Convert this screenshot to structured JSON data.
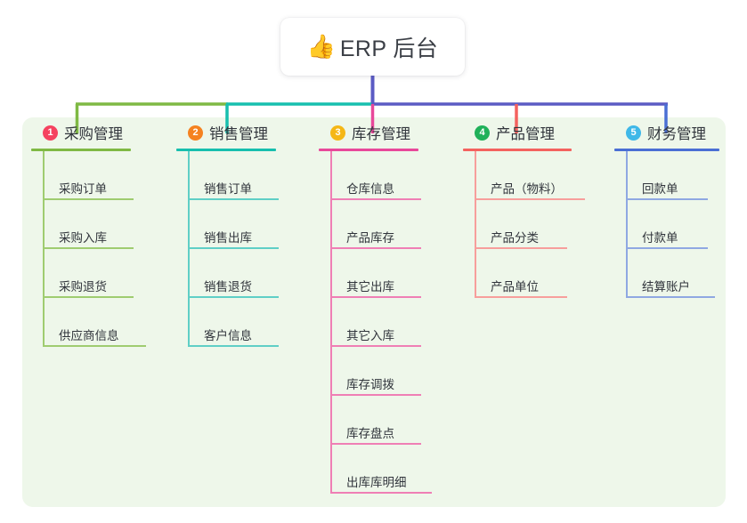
{
  "root": {
    "icon": "thumbs-up-icon",
    "emoji": "👍",
    "title": "ERP 后台"
  },
  "palette": {
    "panel_bg": "#eef7ea",
    "page_bg": "#ffffff",
    "text": "#31353c",
    "trunk": "#5b5bc4",
    "branch_green": "#7fb944",
    "branch_teal": "#17bfae",
    "branch_purple": "#5b5bc4",
    "drop_green": "#7fb944",
    "drop_teal": "#17bfae",
    "drop_pink": "#e8489a",
    "drop_red": "#f4625f",
    "drop_blue": "#4a6fd4"
  },
  "columns": [
    {
      "index": "1",
      "title": "采购管理",
      "badge_color": "#f5425f",
      "line_color": "#7fb944",
      "rule_color": "#7fb944",
      "item_rule_color": "#9fcc70",
      "items": [
        {
          "label": "采购订单",
          "rule_width": 88
        },
        {
          "label": "采购入库",
          "rule_width": 88
        },
        {
          "label": "采购退货",
          "rule_width": 88
        },
        {
          "label": "供应商信息",
          "rule_width": 102
        }
      ]
    },
    {
      "index": "2",
      "title": "销售管理",
      "badge_color": "#f58220",
      "line_color": "#17bfae",
      "rule_color": "#17bfae",
      "item_rule_color": "#5fcfc6",
      "items": [
        {
          "label": "销售订单",
          "rule_width": 88
        },
        {
          "label": "销售出库",
          "rule_width": 88
        },
        {
          "label": "销售退货",
          "rule_width": 88
        },
        {
          "label": "客户信息",
          "rule_width": 88
        }
      ]
    },
    {
      "index": "3",
      "title": "库存管理",
      "badge_color": "#f5b716",
      "line_color": "#e8489a",
      "rule_color": "#e8489a",
      "item_rule_color": "#ef7fb5",
      "items": [
        {
          "label": "仓库信息",
          "rule_width": 88
        },
        {
          "label": "产品库存",
          "rule_width": 88
        },
        {
          "label": "其它出库",
          "rule_width": 88
        },
        {
          "label": "其它入库",
          "rule_width": 88
        },
        {
          "label": "库存调拨",
          "rule_width": 88
        },
        {
          "label": "库存盘点",
          "rule_width": 88
        },
        {
          "label": "出库库明细",
          "rule_width": 100
        }
      ]
    },
    {
      "index": "4",
      "title": "产品管理",
      "badge_color": "#20b15a",
      "line_color": "#f4625f",
      "rule_color": "#f4625f",
      "item_rule_color": "#f79e9c",
      "items": [
        {
          "label": "产品（物料）",
          "rule_width": 110
        },
        {
          "label": "产品分类",
          "rule_width": 90
        },
        {
          "label": "产品单位",
          "rule_width": 90
        }
      ]
    },
    {
      "index": "5",
      "title": "财务管理",
      "badge_color": "#3fb8e8",
      "line_color": "#4a6fd4",
      "rule_color": "#4a6fd4",
      "item_rule_color": "#8fa8e2",
      "items": [
        {
          "label": "回款单",
          "rule_width": 78
        },
        {
          "label": "付款单",
          "rule_width": 78
        },
        {
          "label": "结算账户",
          "rule_width": 86
        }
      ]
    }
  ]
}
